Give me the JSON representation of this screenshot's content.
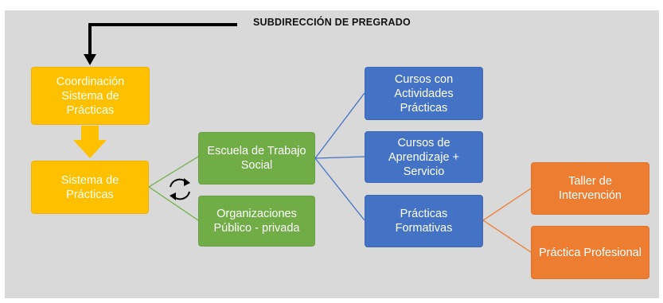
{
  "header": {
    "title": "SUBDIRECCIÓN DE PREGRADO"
  },
  "nodes": {
    "coordinacion": "Coordinación Sistema de Prácticas",
    "sistema": "Sistema de Prácticas",
    "escuela": "Escuela de Trabajo Social",
    "organizaciones": "Organizaciones Público - privada",
    "cursos_practicas": "Cursos con Actividades Prácticas",
    "cursos_aprendizaje": "Cursos de Aprendizaje + Servicio",
    "practicas_formativas": "Prácticas Formativas",
    "taller": "Taller de Intervención",
    "practica_profesional": "Práctica Profesional"
  },
  "colors": {
    "background": "#d9d9d9",
    "yellow": "#ffc000",
    "green": "#70ad47",
    "blue": "#4472c4",
    "orange": "#ed7d31"
  },
  "icons": {
    "cycle": "cycle-arrows-icon",
    "down_arrow": "block-arrow-down-icon",
    "elbow_arrow": "elbow-arrow-icon"
  }
}
